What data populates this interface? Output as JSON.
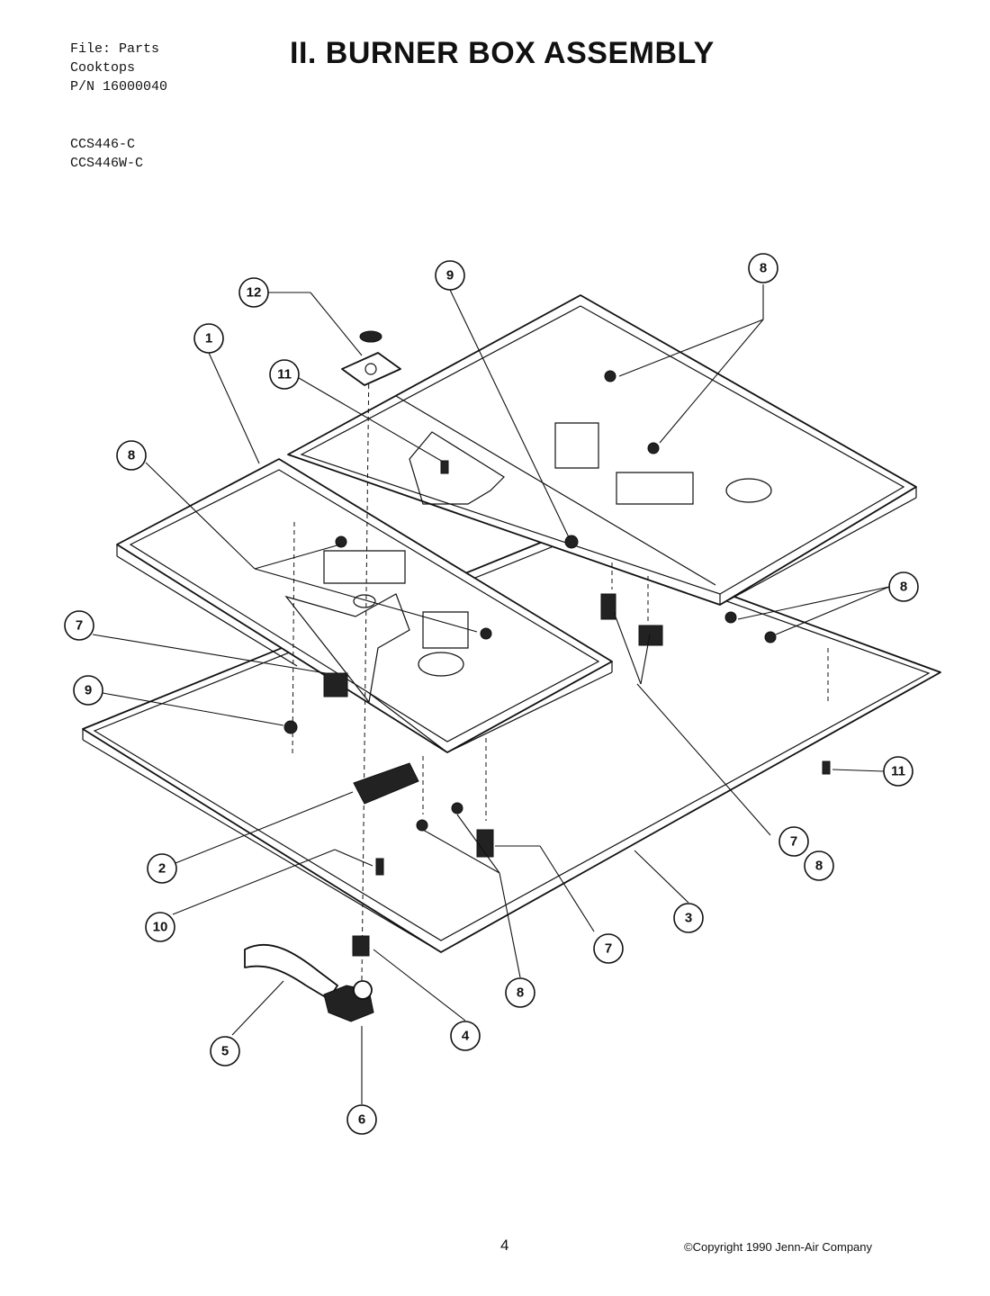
{
  "header": {
    "file_lines": [
      "File: Parts",
      "Cooktops",
      "P/N 16000040"
    ],
    "models": [
      "CCS446-C",
      "CCS446W-C"
    ],
    "title": "II. BURNER BOX ASSEMBLY"
  },
  "callouts": [
    {
      "id": "c1",
      "label": "1"
    },
    {
      "id": "c2",
      "label": "2"
    },
    {
      "id": "c3",
      "label": "3"
    },
    {
      "id": "c4",
      "label": "4"
    },
    {
      "id": "c5",
      "label": "5"
    },
    {
      "id": "c6",
      "label": "6"
    },
    {
      "id": "c7a",
      "label": "7"
    },
    {
      "id": "c7b",
      "label": "7"
    },
    {
      "id": "c7c",
      "label": "7"
    },
    {
      "id": "c8a",
      "label": "8"
    },
    {
      "id": "c8b",
      "label": "8"
    },
    {
      "id": "c8c",
      "label": "8"
    },
    {
      "id": "c8d",
      "label": "8"
    },
    {
      "id": "c8e",
      "label": "8"
    },
    {
      "id": "c9a",
      "label": "9"
    },
    {
      "id": "c9b",
      "label": "9"
    },
    {
      "id": "c10",
      "label": "10"
    },
    {
      "id": "c11a",
      "label": "11"
    },
    {
      "id": "c11b",
      "label": "11"
    },
    {
      "id": "c12",
      "label": "12"
    }
  ],
  "footer": {
    "page_number": "4",
    "copyright": "©Copyright 1990 Jenn-Air Company"
  },
  "colors": {
    "ink": "#111111",
    "paper": "#ffffff"
  }
}
